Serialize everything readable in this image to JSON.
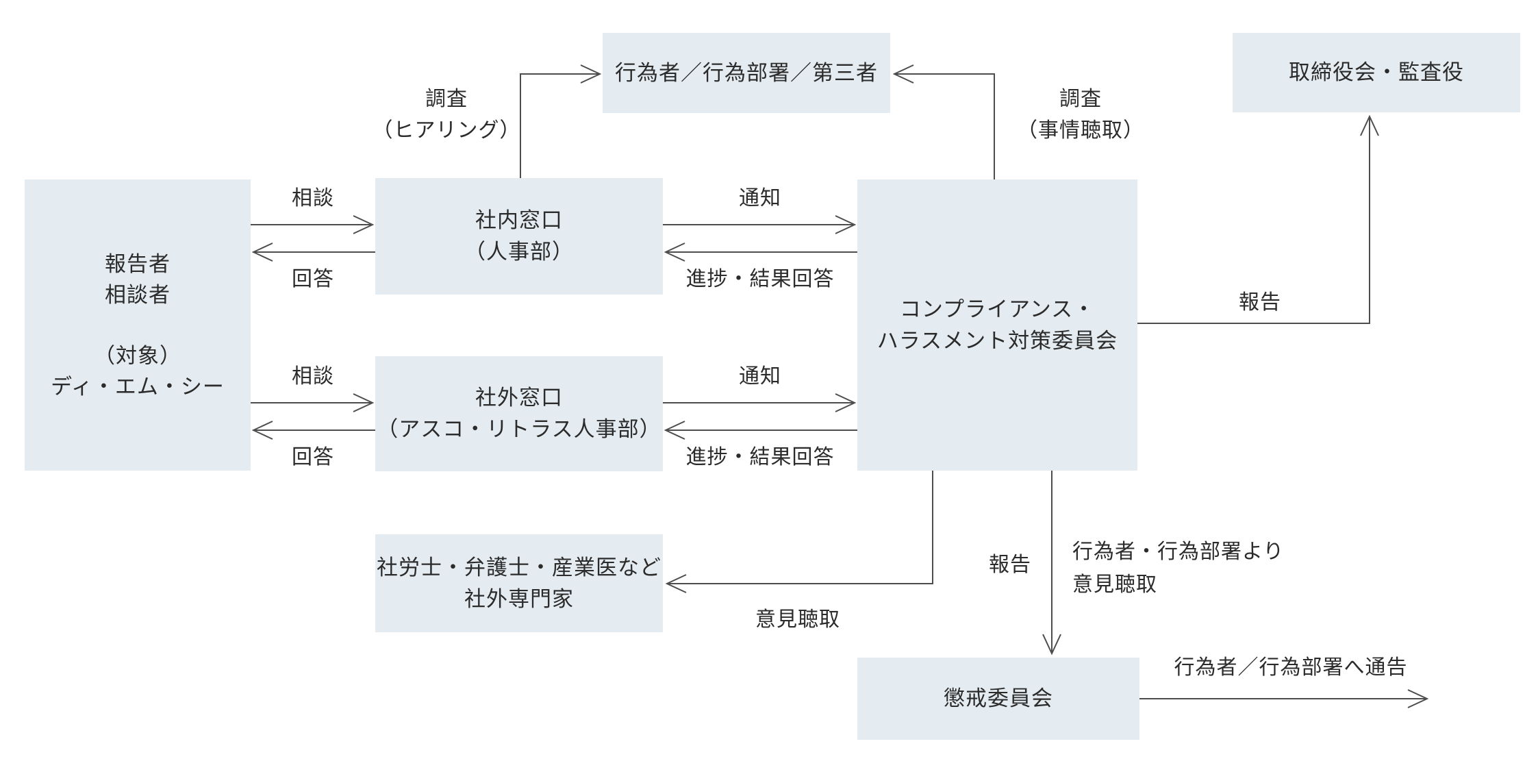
{
  "nodes": {
    "reporter": {
      "line1": "報告者",
      "line2": "相談者",
      "line3": "（対象）",
      "line4": "ディ・エム・シー"
    },
    "actor": {
      "line1": "行為者／行為部署／第三者"
    },
    "internal_desk": {
      "line1": "社内窓口",
      "line2": "（人事部）"
    },
    "external_desk": {
      "line1": "社外窓口",
      "line2": "（アスコ・リトラス人事部）"
    },
    "committee": {
      "line1": "コンプライアンス・",
      "line2": "ハラスメント対策委員会"
    },
    "board": {
      "line1": "取締役会・監査役"
    },
    "experts": {
      "line1": "社労士・弁護士・産業医など",
      "line2": "社外専門家"
    },
    "disciplinary": {
      "line1": "懲戒委員会"
    }
  },
  "labels": {
    "investigation_hearing_line1": "調査",
    "investigation_hearing_line2": "（ヒアリング）",
    "investigation_interview_line1": "調査",
    "investigation_interview_line2": "（事情聴取）",
    "consult_internal": "相談",
    "answer_internal": "回答",
    "notify_internal": "通知",
    "progress_internal": "進捗・結果回答",
    "consult_external": "相談",
    "answer_external": "回答",
    "notify_external": "通知",
    "progress_external": "進捗・結果回答",
    "report_to_board": "報告",
    "opinion_to_experts": "意見聴取",
    "report_to_disciplinary": "報告",
    "opinion_from_actor_line1": "行為者・行為部署より",
    "opinion_from_actor_line2": "意見聴取",
    "notice_to_actor": "行為者／行為部署へ通告"
  },
  "colors": {
    "box_fill": "#e5ecf1",
    "line": "#4d4d4d",
    "text": "#2b2b2b",
    "background": "#ffffff"
  }
}
